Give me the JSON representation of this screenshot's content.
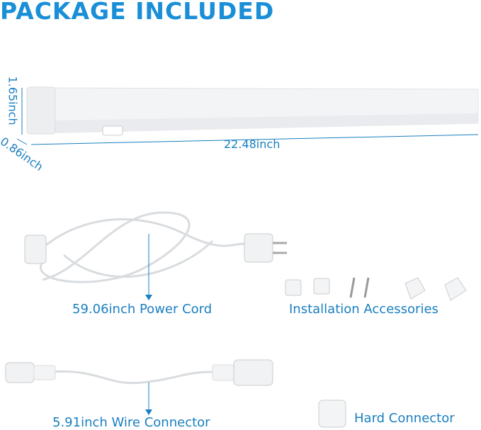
{
  "title": "PACKAGE INCLUDED",
  "dimensions": {
    "height": "1.65inch",
    "depth": "0.86inch",
    "length": "22.48inch"
  },
  "items": {
    "power_cord": "59.06inch Power Cord",
    "accessories": "Installation Accessories",
    "wire_connector": "5.91inch Wire Connector",
    "hard_connector": "Hard Connector"
  },
  "colors": {
    "accent": "#1a8fd8",
    "label": "#1a7fc0"
  }
}
